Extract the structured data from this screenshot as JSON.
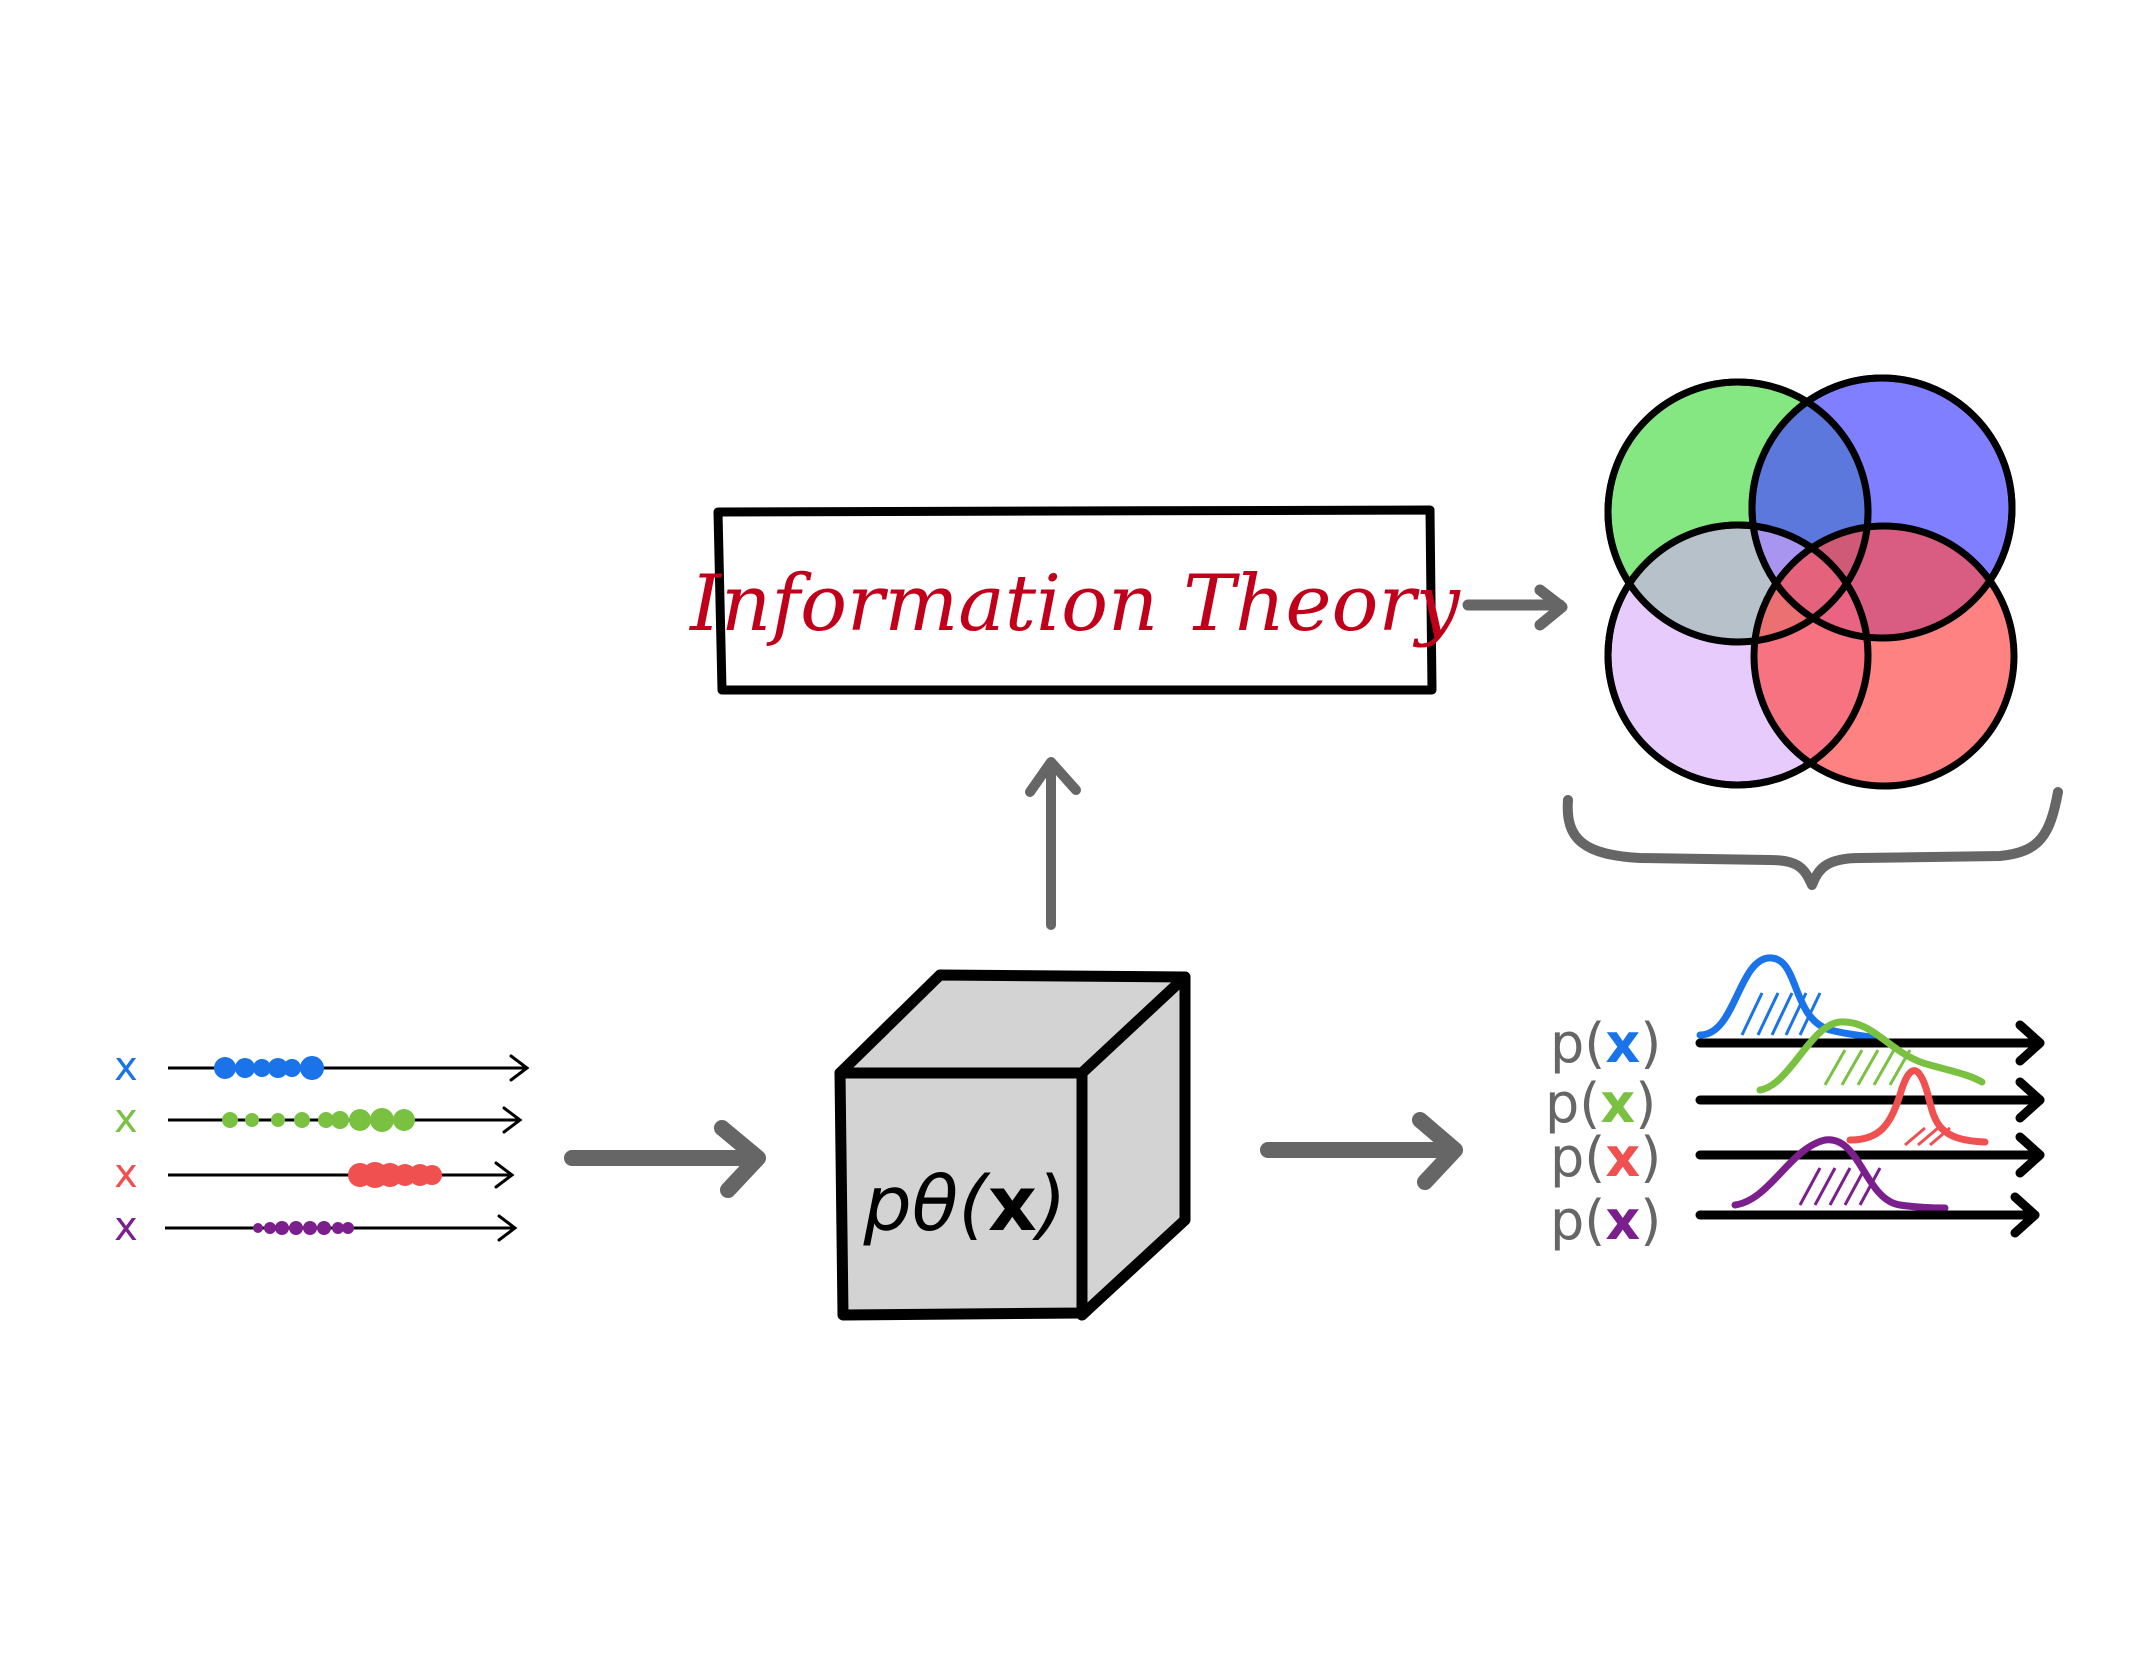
{
  "title_box": {
    "text": "Information Theory",
    "color": "#c0001a"
  },
  "model": {
    "label": "pθ(x)",
    "prefix": "pθ(",
    "var": "x",
    "suffix": ")"
  },
  "input_variables": [
    {
      "label": "x",
      "color": "#1a73e8"
    },
    {
      "label": "x",
      "color": "#7ac142"
    },
    {
      "label": "x",
      "color": "#f0504f"
    },
    {
      "label": "x",
      "color": "#7b1f8c"
    }
  ],
  "marginals": [
    {
      "prefix": "p(",
      "var": "x",
      "suffix": ")",
      "color": "#1a73e8"
    },
    {
      "prefix": "p(",
      "var": "x",
      "suffix": ")",
      "color": "#7ac142"
    },
    {
      "prefix": "p(",
      "var": "x",
      "suffix": ")",
      "color": "#f0504f"
    },
    {
      "prefix": "p(",
      "var": "x",
      "suffix": ")",
      "color": "#7b1f8c"
    }
  ],
  "venn_colors": [
    "#7de67a",
    "#8080ff",
    "#e8c5fb",
    "#ff7f7f"
  ],
  "colors": {
    "arrow": "#666666",
    "outline": "#000000",
    "cube_fill": "#d3d3d3"
  }
}
